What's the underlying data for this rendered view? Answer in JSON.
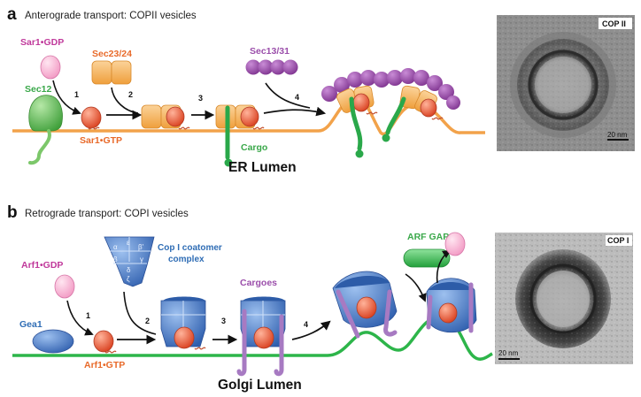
{
  "panel_a": {
    "letter": "a",
    "title": "Anterograde transport: COPII vesicles",
    "labels": {
      "sar1_gdp": "Sar1•GDP",
      "sec23_24": "Sec23/24",
      "sec13_31": "Sec13/31",
      "sec12": "Sec12",
      "sar1_gtp": "Sar1•GTP",
      "cargo": "Cargo",
      "lumen": "ER Lumen"
    },
    "steps": [
      "1",
      "2",
      "3",
      "4"
    ],
    "em": {
      "label": "COP II",
      "scale": "20 nm"
    }
  },
  "panel_b": {
    "letter": "b",
    "title": "Retrograde transport: COPI vesicles",
    "labels": {
      "arf1_gdp": "Arf1•GDP",
      "coatomer": "Cop I coatomer complex",
      "cargoes": "Cargoes",
      "arf_gap": "ARF GAP",
      "gea1": "Gea1",
      "arf1_gtp": "Arf1•GTP",
      "lumen": "Golgi Lumen"
    },
    "greek": [
      "α",
      "β'",
      "ε",
      "β",
      "γ",
      "δ",
      "ζ"
    ],
    "steps": [
      "1",
      "2",
      "3",
      "4"
    ],
    "em": {
      "label": "COP I",
      "scale": "20 nm"
    }
  },
  "colors": {
    "er_membrane": "#f2a24a",
    "golgi_membrane": "#2db54a",
    "sar1": "#e8553a",
    "gdp_ball": "#f7bdd6",
    "sec23_24": "#f5b865",
    "sec13_31": "#9b4fab",
    "sec12": "#7cc76a",
    "cargo_green": "#2aa84a",
    "coatomer": "#5b8ad0",
    "cargo_purple": "#a77ac2",
    "arf_gap": "#3fbf56",
    "gea1": "#3a73c4",
    "magenta_label": "#c0399b",
    "orange_label": "#e86a2a",
    "green_label": "#3aa84a",
    "blue_label": "#2f6db5"
  }
}
